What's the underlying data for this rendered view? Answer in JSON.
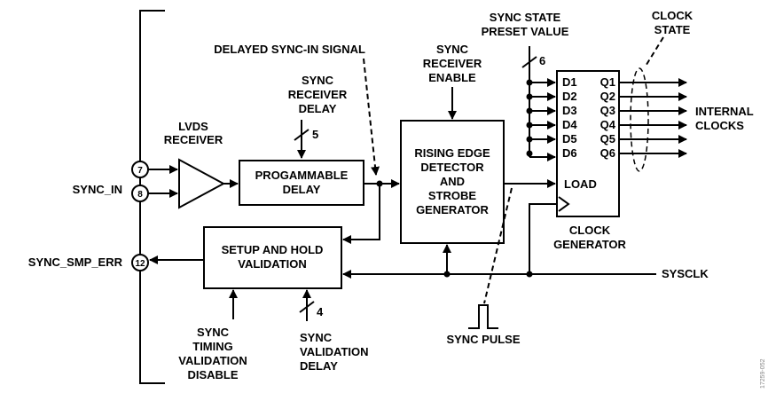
{
  "pins": {
    "sync_in_p": "7",
    "sync_in_n": "8",
    "sync_smp_err": "12"
  },
  "signals": {
    "sync_in": "SYNC_IN",
    "sync_smp_err": "SYNC_SMP_ERR",
    "sysclk": "SYSCLK",
    "sync_pulse": "SYNC PULSE",
    "delayed_sync": "DELAYED SYNC-IN SIGNAL",
    "internal_clocks": [
      "INTERNAL",
      "CLOCKS"
    ],
    "clock_state": [
      "CLOCK",
      "STATE"
    ]
  },
  "blocks": {
    "lvds": [
      "LVDS",
      "RECEIVER"
    ],
    "prog_delay": [
      "PROGAMMABLE",
      "DELAY"
    ],
    "rising_edge": [
      "RISING EDGE",
      "DETECTOR",
      "AND",
      "STROBE",
      "GENERATOR"
    ],
    "setup_hold": [
      "SETUP AND HOLD",
      "VALIDATION"
    ],
    "clock_gen": [
      "CLOCK",
      "GENERATOR"
    ]
  },
  "controls": {
    "sync_rx_delay": [
      "SYNC",
      "RECEIVER",
      "DELAY"
    ],
    "sync_rx_enable": [
      "SYNC",
      "RECEIVER",
      "ENABLE"
    ],
    "sync_state_preset": [
      "SYNC STATE",
      "PRESET VALUE"
    ],
    "timing_disable": [
      "SYNC",
      "TIMING",
      "VALIDATION",
      "DISABLE"
    ],
    "validation_delay": [
      "SYNC",
      "VALIDATION",
      "DELAY"
    ]
  },
  "bus_widths": {
    "receiver_delay": "5",
    "preset": "6",
    "validation_delay": "4"
  },
  "register": {
    "inputs": [
      "D1",
      "D2",
      "D3",
      "D4",
      "D5",
      "D6"
    ],
    "outputs": [
      "Q1",
      "Q2",
      "Q3",
      "Q4",
      "Q5",
      "Q6"
    ],
    "load": "LOAD"
  },
  "figure_id": "17259-052"
}
